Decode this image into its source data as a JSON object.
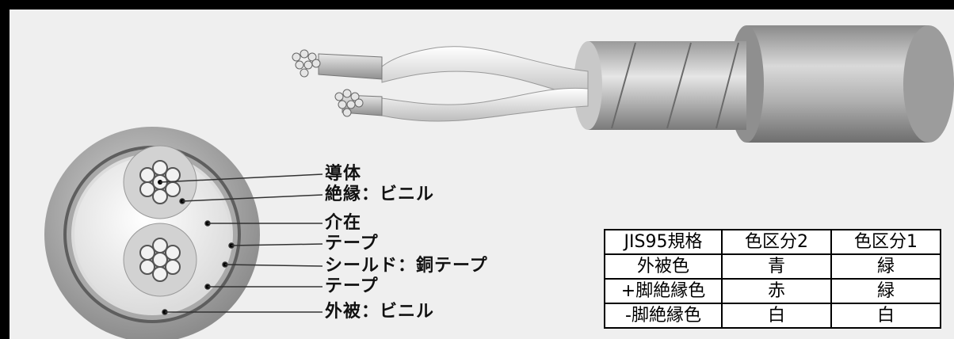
{
  "labels": [
    "導体",
    "絶縁：ビニル",
    "介在",
    "テープ",
    "シールド：銅テープ",
    "テープ",
    "外被：ビニル"
  ],
  "table": {
    "header": [
      "JIS95規格",
      "色区分2",
      "色区分1"
    ],
    "rows": [
      [
        "外被色",
        "青",
        "緑"
      ],
      [
        "+脚絶縁色",
        "赤",
        "緑"
      ],
      [
        "-脚絶縁色",
        "白",
        "白"
      ]
    ]
  },
  "colors": {
    "background": "#efefef",
    "frame": "#000000",
    "sheath": "#b8b8b8",
    "insulation": "#f2f2f2"
  }
}
